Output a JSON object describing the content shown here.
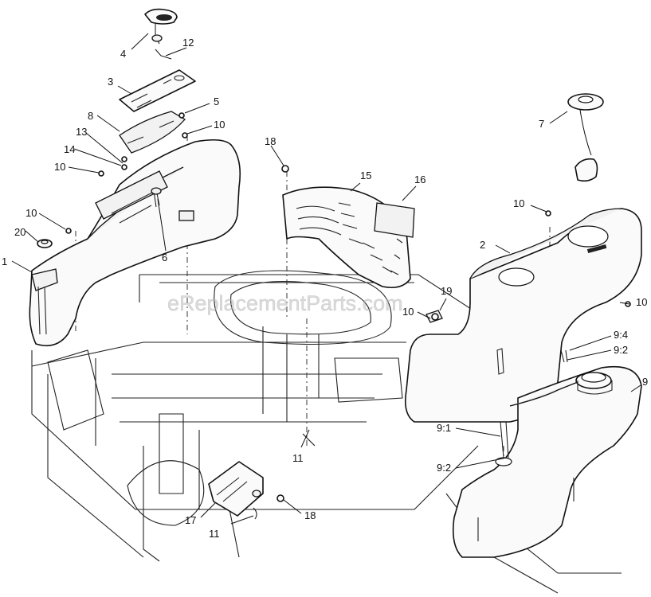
{
  "watermark": "eReplacementParts.com",
  "callouts": {
    "c1": "1",
    "c2": "2",
    "c3": "3",
    "c4": "4",
    "c5": "5",
    "c6": "6",
    "c7": "7",
    "c8": "8",
    "c9": "9",
    "c10a": "10",
    "c10b": "10",
    "c10c": "10",
    "c10d": "10",
    "c10e": "10",
    "c10f": "10",
    "c11a": "11",
    "c11b": "11",
    "c12": "12",
    "c13": "13",
    "c14": "14",
    "c15": "15",
    "c16": "16",
    "c17": "17",
    "c18a": "18",
    "c18b": "18",
    "c19": "19",
    "c20": "20",
    "c9_4": "9:4",
    "c9_2a": "9:2",
    "c9_1": "9:1",
    "c9_2b": "9:2"
  }
}
